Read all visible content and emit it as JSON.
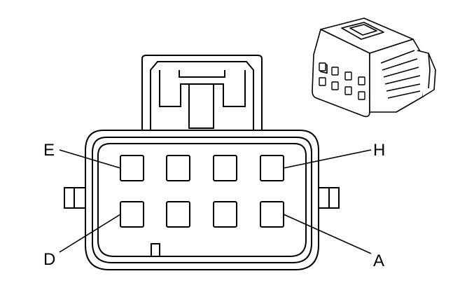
{
  "pin_labels": {
    "top_left": "E",
    "top_right": "H",
    "bottom_left": "D",
    "bottom_right": "A"
  }
}
